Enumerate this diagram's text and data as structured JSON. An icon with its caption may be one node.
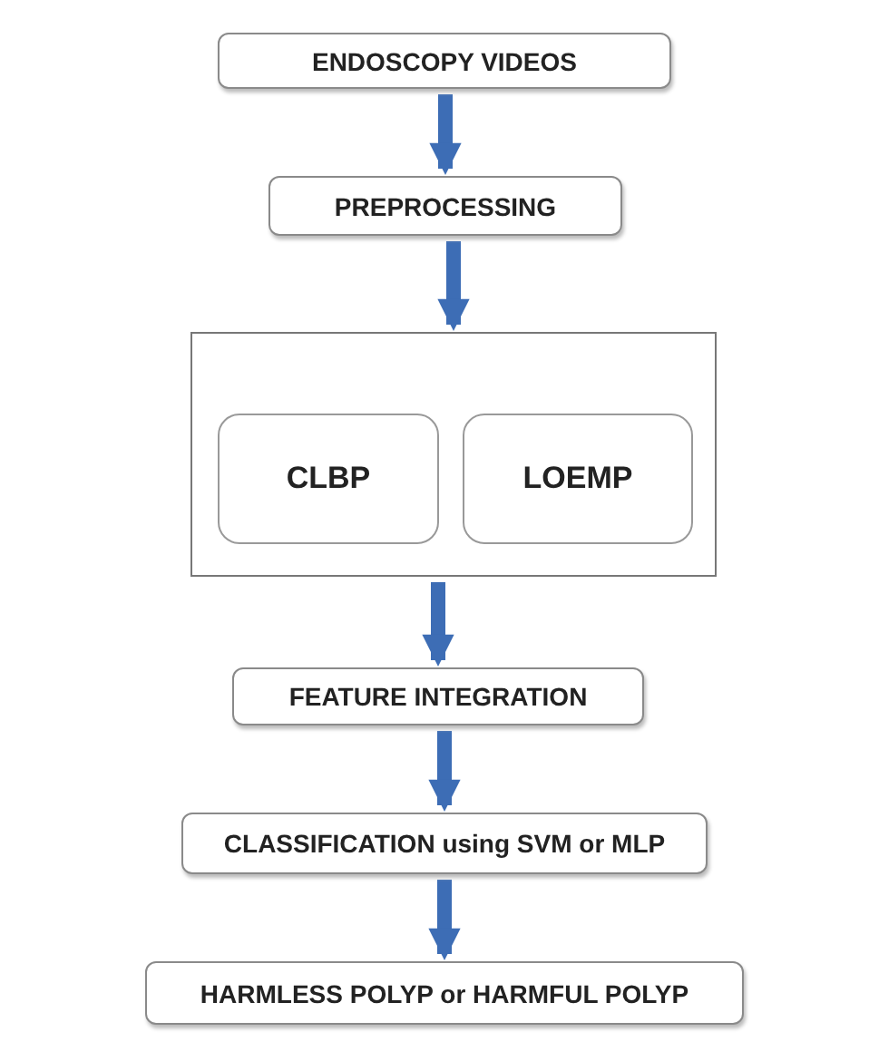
{
  "diagram": {
    "nodes": [
      {
        "text": [
          "ENDOSCOPY VIDEOS"
        ]
      },
      {
        "text": [
          "PREPROCESSING"
        ]
      },
      {
        "text": [],
        "shape": "box"
      },
      {
        "text": [
          "CLBP"
        ],
        "in": 2
      },
      {
        "text": [
          "LOEMP"
        ],
        "in": 2
      },
      {
        "text": [
          "FEATURE INTEGRATION"
        ]
      },
      {
        "text": [
          "CLASSIFICATION using SVM or MLP"
        ]
      },
      {
        "text": [
          "HARMLESS POLYP or HARMFUL POLYP"
        ]
      }
    ],
    "edges": [
      {
        "from": 0,
        "to": 1,
        "arrow": "to"
      },
      {
        "from": 1,
        "to": 2,
        "arrow": "to"
      },
      {
        "from": 2,
        "to": 5,
        "arrow": "to"
      },
      {
        "from": 5,
        "to": 6,
        "arrow": "to"
      },
      {
        "from": 6,
        "to": 7,
        "arrow": "to"
      }
    ]
  }
}
